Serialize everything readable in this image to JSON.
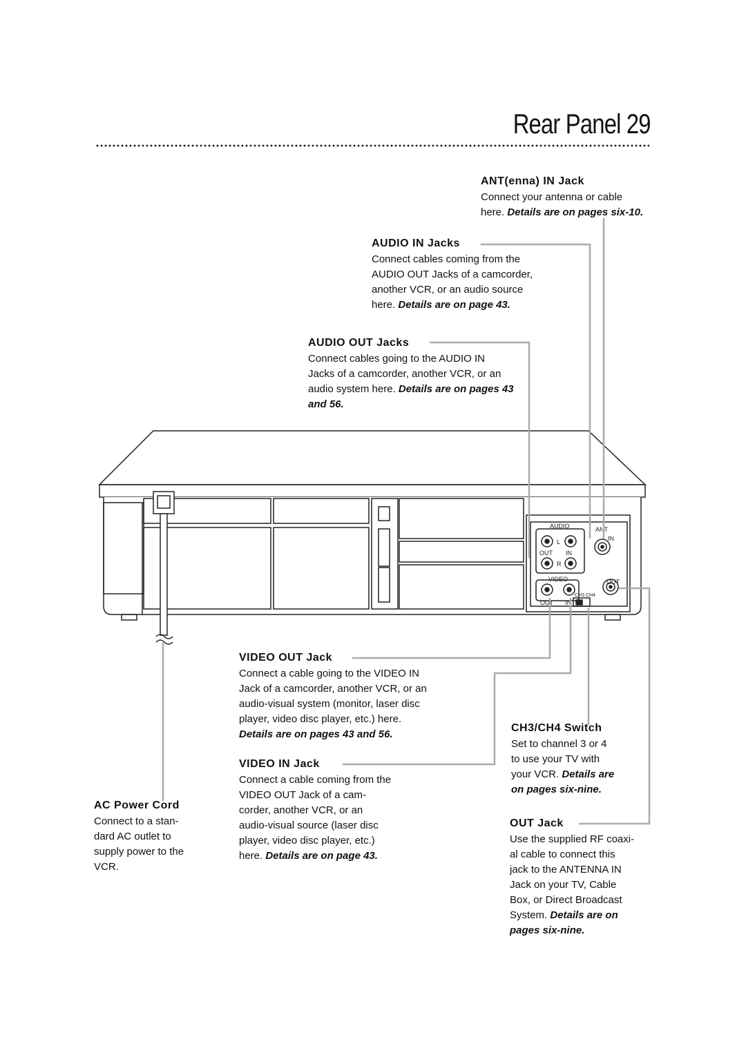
{
  "page": {
    "title": "Rear Panel  29"
  },
  "ant_in": {
    "heading": "ANT(enna) IN Jack",
    "line1": "Connect your antenna or cable",
    "line2_plain": "here. ",
    "line2_detail": "Details are on pages six-10."
  },
  "audio_in": {
    "heading": "AUDIO IN Jacks",
    "line1": "Connect cables coming from the",
    "line2": "AUDIO OUT Jacks of a camcorder,",
    "line3": "another VCR, or an audio source",
    "line4_plain": "here. ",
    "line4_detail": "Details are on page 43."
  },
  "audio_out": {
    "heading": "AUDIO OUT Jacks",
    "line1": "Connect cables going to the AUDIO IN",
    "line2": "Jacks of a camcorder, another VCR, or an",
    "line3_plain": "audio system here. ",
    "line3_detail": "Details are on pages 43",
    "line4_detail": "and 56."
  },
  "video_out": {
    "heading": "VIDEO OUT Jack",
    "line1": "Connect a cable going to the VIDEO IN",
    "line2": "Jack of a camcorder, another VCR, or an",
    "line3": "audio-visual system (monitor, laser disc",
    "line4": "player, video disc player, etc.) here.",
    "line5_detail": "Details are on pages 43 and 56."
  },
  "video_in": {
    "heading": "VIDEO IN Jack",
    "line1": "Connect a cable coming from the",
    "line2": "VIDEO OUT Jack of a cam-",
    "line3": "corder, another VCR, or an",
    "line4": "audio-visual  source (laser disc",
    "line5": "player, video disc player, etc.)",
    "line6_plain": "here. ",
    "line6_detail": "Details are on page 43."
  },
  "ch_switch": {
    "heading": "CH3/CH4 Switch",
    "line1": "Set to channel 3 or 4",
    "line2": "to use your TV with",
    "line3_plain": "your VCR. ",
    "line3_detail": "Details are",
    "line4_detail": "on pages six-nine."
  },
  "out_jack": {
    "heading": "OUT Jack",
    "line1": "Use the supplied RF coaxi-",
    "line2": "al cable to connect this",
    "line3": "jack to the ANTENNA IN",
    "line4": "Jack on your TV, Cable",
    "line5": "Box, or Direct Broadcast",
    "line6_plain": "System. ",
    "line6_detail": "Details are on",
    "line7_detail": "pages six-nine."
  },
  "ac_power": {
    "heading": "AC Power Cord",
    "line1": "Connect to a stan-",
    "line2": "dard AC outlet to",
    "line3": "supply power to the",
    "line4": "VCR."
  },
  "panel_labels": {
    "audio": "AUDIO",
    "l": "L",
    "r": "R",
    "out": "OUT",
    "in": "IN",
    "ant": "ANT",
    "ant_in": "IN",
    "video": "VIDEO",
    "video_out": "OUT",
    "video_in": "IN",
    "rf_out": "OUT",
    "ch": "CH3 CH4"
  }
}
